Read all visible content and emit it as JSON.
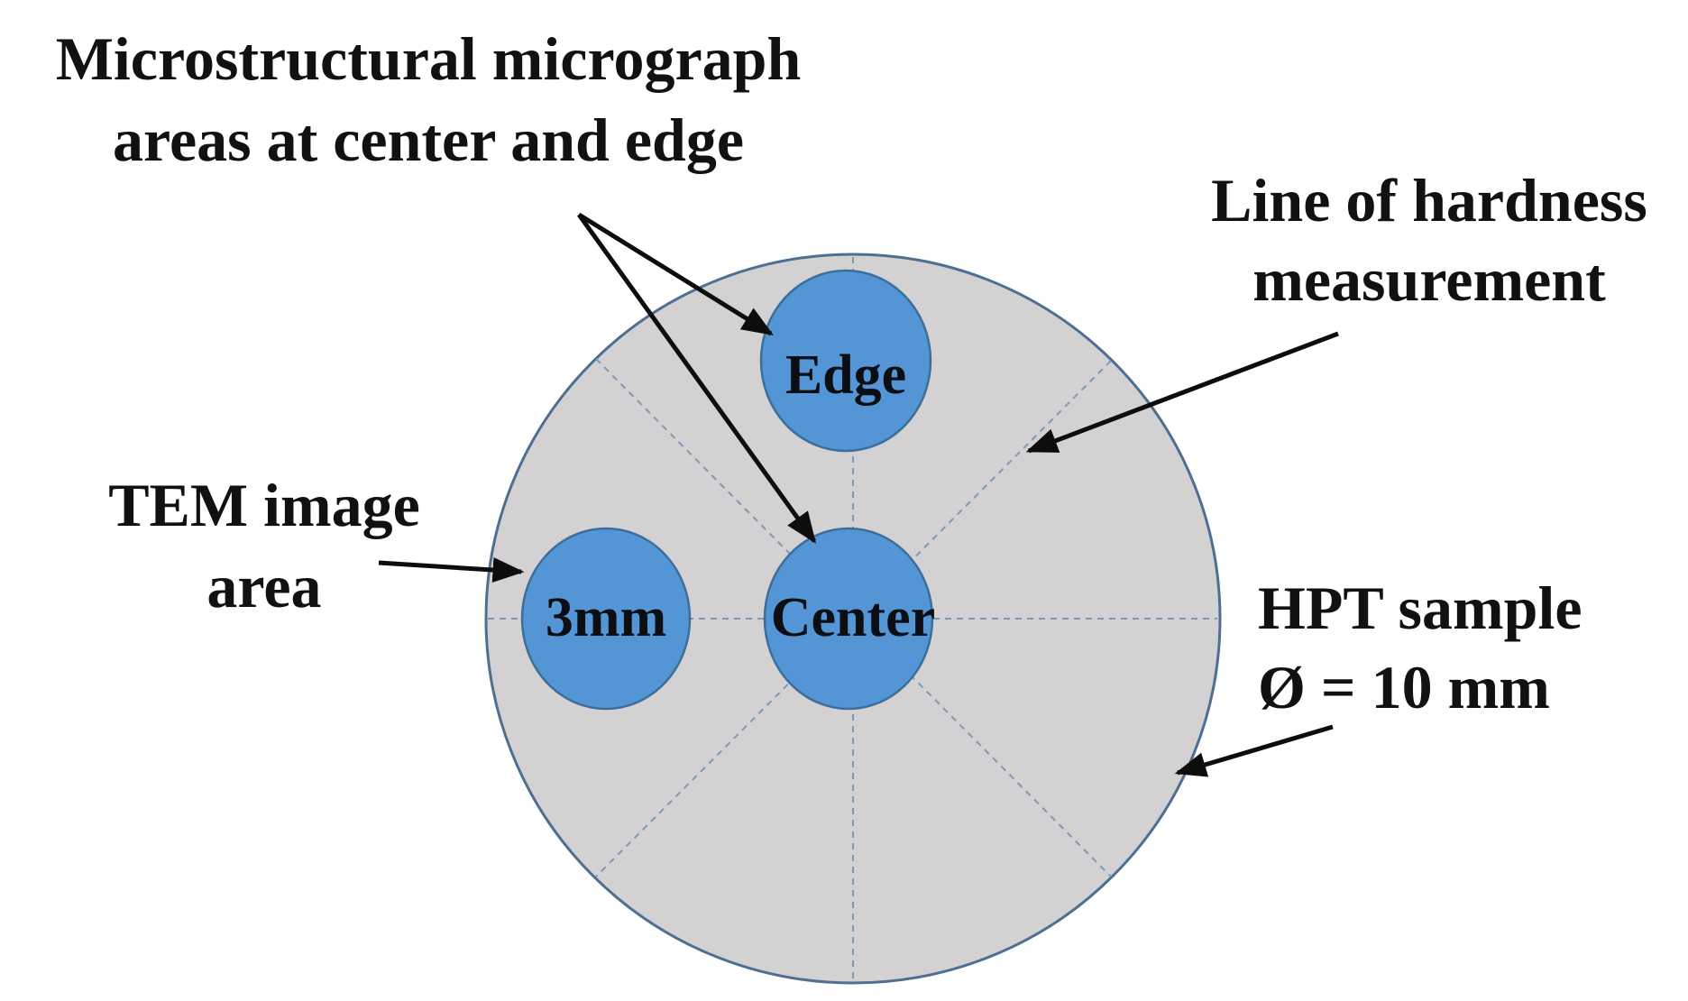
{
  "labels": {
    "micrograph_line1": "Microstructural micrograph",
    "micrograph_line2": "areas at center and edge",
    "hardness_line1": "Line of hardness",
    "hardness_line2": "measurement",
    "tem_line1": "TEM image",
    "tem_line2": "area",
    "sample_line1": "HPT sample",
    "sample_line2": "Ø = 10 mm"
  },
  "regions": {
    "edge": "Edge",
    "center": "Center",
    "three_mm": "3mm"
  },
  "colors": {
    "sample_fill": "#d3d1d2",
    "sample_stroke": "#4e6f93",
    "region_fill": "#5495d6",
    "region_stroke": "#3c6e9a",
    "dash_line": "#7e99b6",
    "arrow": "#0d0d0d"
  }
}
